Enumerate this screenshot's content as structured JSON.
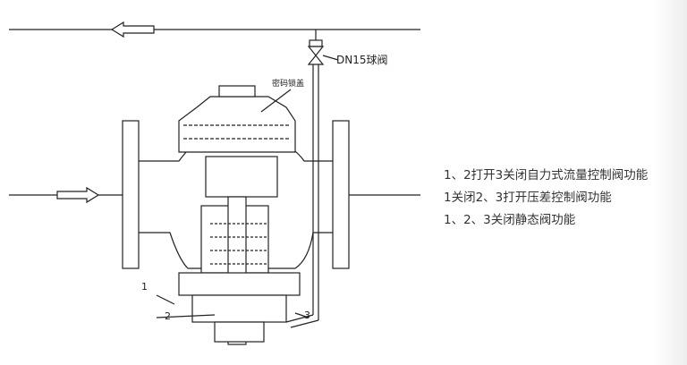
{
  "labels": {
    "ball_valve": "DN15球阀",
    "lock_cover": "密码锁盖",
    "port_1": "1",
    "port_2": "2",
    "port_3": "3"
  },
  "legend": [
    "1、2打开3关闭自力式流量控制阀功能",
    "1关闭2、3打开压差控制阀功能",
    "1、2、3关闭静态阀功能"
  ]
}
